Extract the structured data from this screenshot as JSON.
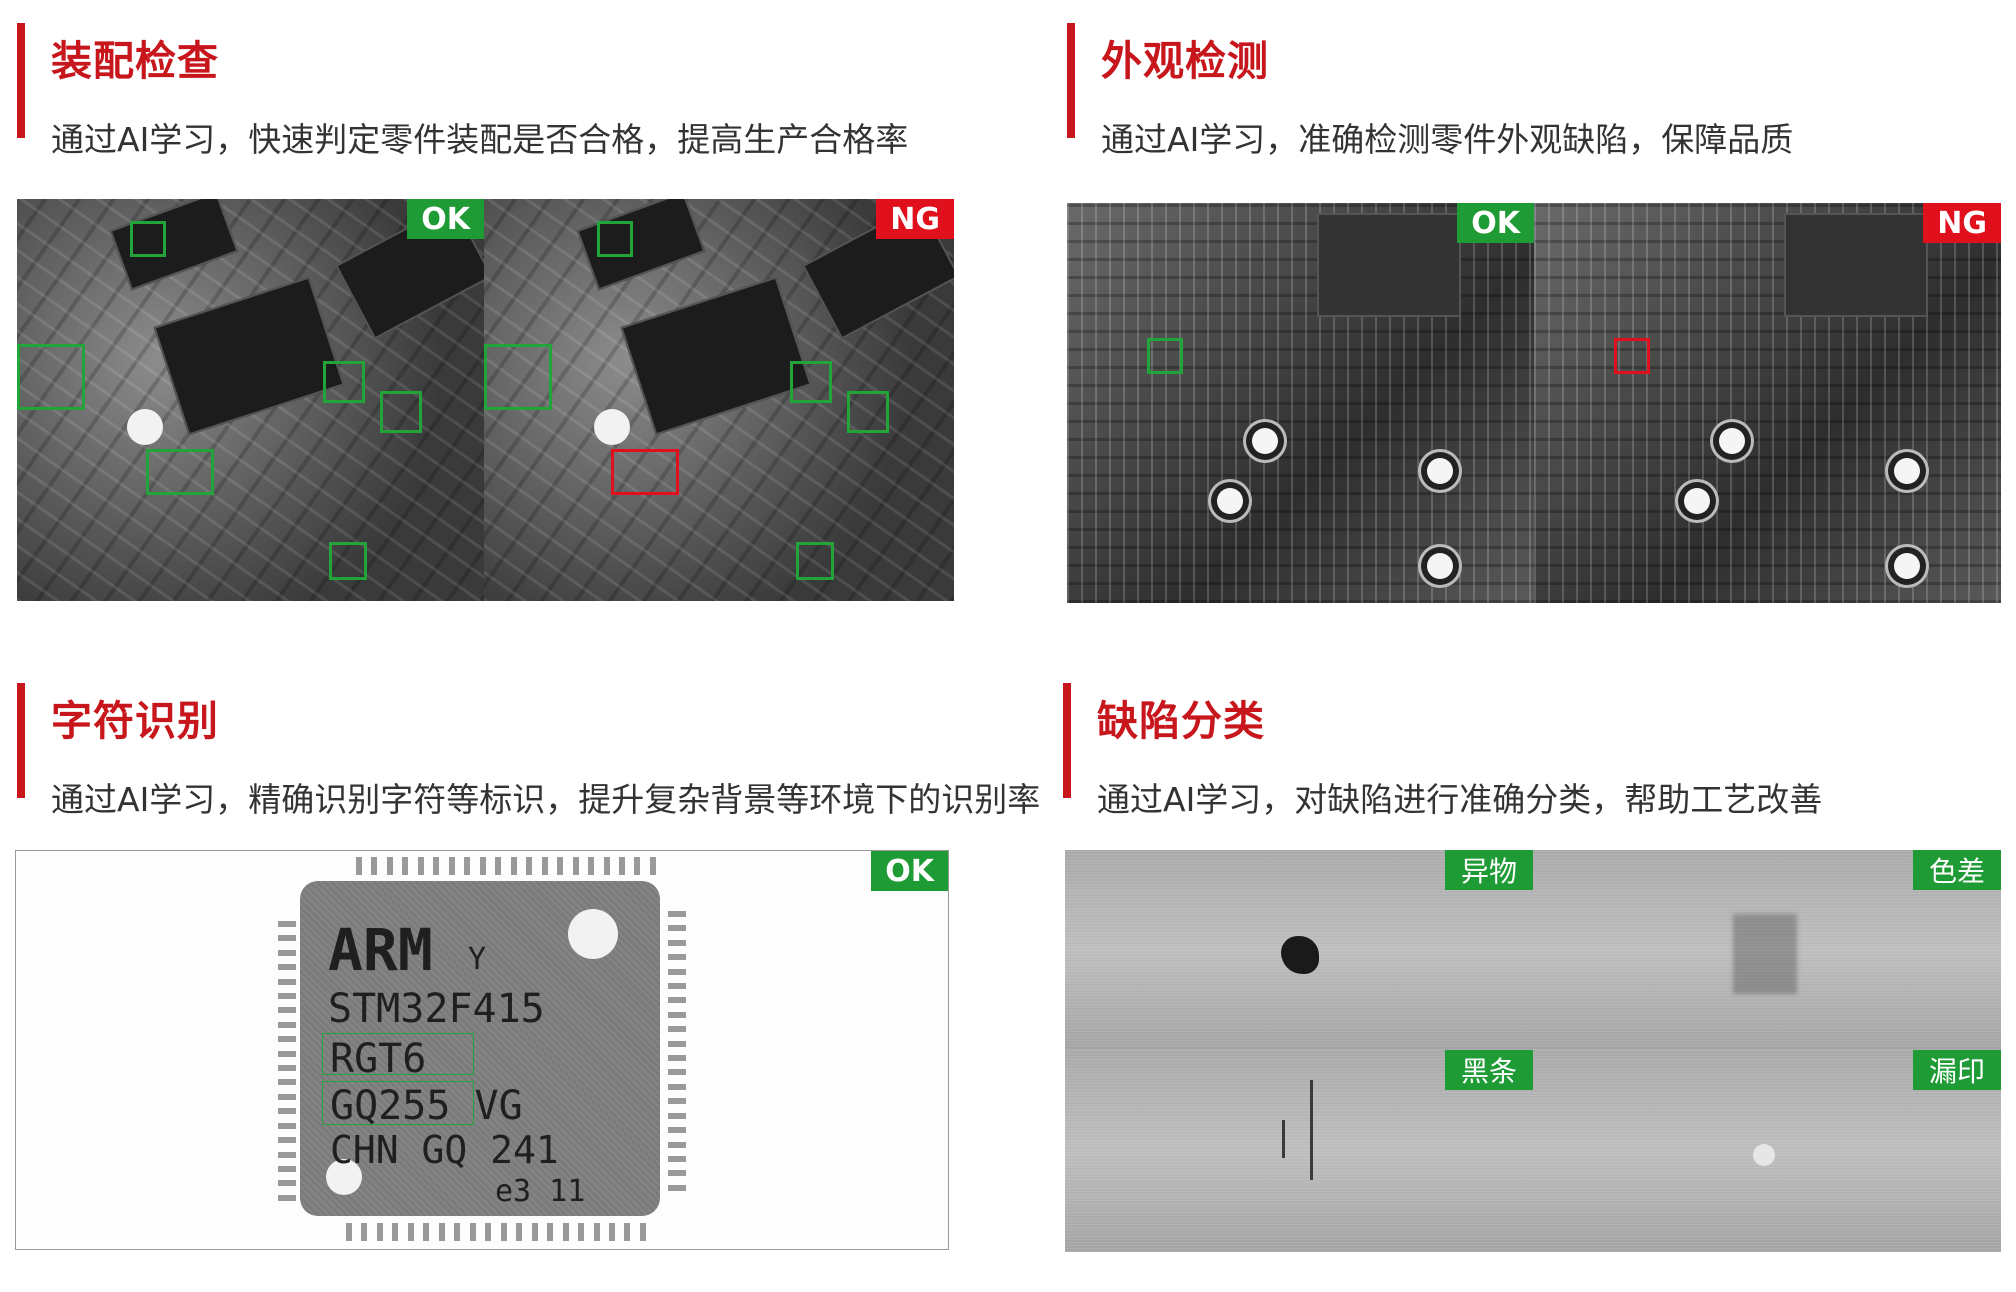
{
  "sections": {
    "assembly": {
      "title": "装配检查",
      "desc": "通过AI学习，快速判定零件装配是否合格，提高生产合格率",
      "badges": [
        "OK",
        "NG"
      ]
    },
    "appearance": {
      "title": "外观检测",
      "desc": "通过AI学习，准确检测零件外观缺陷，保障品质",
      "badges": [
        "OK",
        "NG"
      ]
    },
    "ocr": {
      "title": "字符识别",
      "desc": "通过AI学习，精确识别字符等标识，提升复杂背景等环境下的识别率",
      "badge": "OK",
      "chip_lines": [
        "ARM",
        "STM32F415",
        "RGT6",
        "GQ255  VG",
        "CHN GQ 241",
        "e3  11"
      ],
      "chip_sub": "Y"
    },
    "defects": {
      "title": "缺陷分类",
      "desc": "通过AI学习，对缺陷进行准确分类，帮助工艺改善",
      "labels": [
        "异物",
        "色差",
        "黑条",
        "漏印"
      ]
    }
  },
  "colors": {
    "accent": "#c8161d",
    "ok_green": "#1e9b35",
    "ng_red": "#e0101d"
  }
}
